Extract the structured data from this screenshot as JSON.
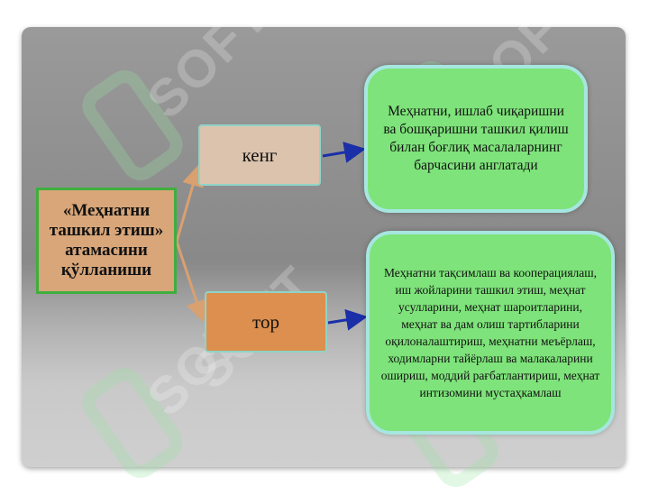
{
  "main": {
    "label": "«Меҳнатни ташкил этиш» атамасини қўлланиши"
  },
  "broad": {
    "label": "кенг",
    "description": "Меҳнатни, ишлаб чиқаришни ва бошқаришни ташкил қилиш билан боғлиқ масалаларнинг барчасини англатади"
  },
  "narrow": {
    "label": "тор",
    "description": "Меҳнатни тақсимлаш ва кооперациялаш, иш жойларини ташкил этиш, меҳнат усулларини, меҳнат шароитларини, меҳнат ва дам олиш тартибларини оқилоналаштириш, меҳнатни меъёрлаш, ходимларни тайёрлаш ва малакаларини ошириш, моддий рағбатлантириш, меҳнат интизомини мустаҳкамлаш"
  },
  "watermark": {
    "text": "SOFT"
  },
  "colors": {
    "main_fill": "#d8a679",
    "broad_fill": "#dcc3ad",
    "narrow_fill": "#dc8f4e",
    "description_fill": "#7ee37a",
    "arrow_blue": "#1a2fa8",
    "branch_arrow": "#d9a070"
  }
}
